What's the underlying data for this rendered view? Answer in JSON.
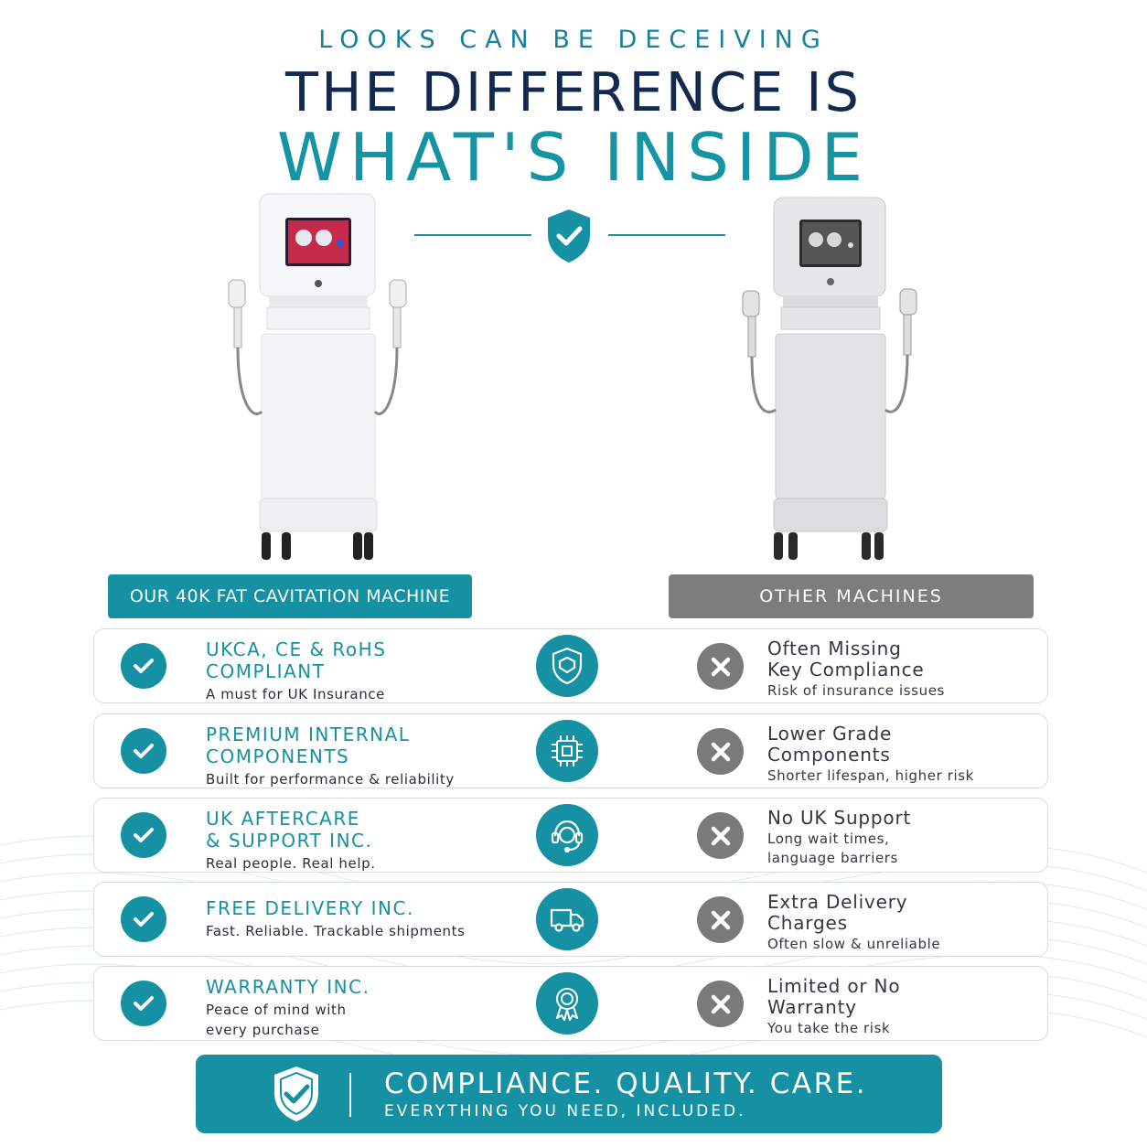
{
  "header": {
    "eyebrow": "LOOKS CAN BE DECEIVING",
    "headline_line1": "THE DIFFERENCE IS",
    "headline_line2": "WHAT'S INSIDE",
    "divider_icon": "shield-check-icon"
  },
  "columns": {
    "left_label": "OUR 40K FAT CAVITATION MACHINE",
    "right_label": "OTHER MACHINES"
  },
  "rows": [
    {
      "left_title": "UKCA, CE & RoHS\nCOMPLIANT",
      "left_sub": "A must for UK Insurance",
      "center_icon": "shield-icon",
      "right_title": "Often Missing\nKey Compliance",
      "right_sub": "Risk of insurance issues"
    },
    {
      "left_title": "PREMIUM INTERNAL\nCOMPONENTS",
      "left_sub": "Built for performance & reliability",
      "center_icon": "chip-icon",
      "right_title": "Lower Grade\nComponents",
      "right_sub": "Shorter lifespan, higher risk"
    },
    {
      "left_title": "UK AFTERCARE\n& SUPPORT INC.",
      "left_sub": "Real people. Real help.",
      "center_icon": "headset-icon",
      "right_title": "No UK Support",
      "right_sub": "Long wait times,\nlanguage barriers"
    },
    {
      "left_title": "FREE DELIVERY INC.",
      "left_sub": "Fast. Reliable. Trackable shipments",
      "center_icon": "truck-icon",
      "right_title": "Extra Delivery\nCharges",
      "right_sub": "Often slow & unreliable"
    },
    {
      "left_title": "WARRANTY INC.",
      "left_sub": "Peace of mind with\nevery purchase",
      "center_icon": "award-ribbon-icon",
      "right_title": "Limited or No\nWarranty",
      "right_sub": "You take the risk"
    }
  ],
  "footer": {
    "title": "COMPLIANCE.  QUALITY. CARE.",
    "subtitle": "EVERYTHING YOU NEED, INCLUDED.",
    "icon": "shield-check-icon"
  },
  "colors": {
    "teal": "#1690a3",
    "navy": "#122a4f",
    "grey": "#7d7d7d"
  }
}
